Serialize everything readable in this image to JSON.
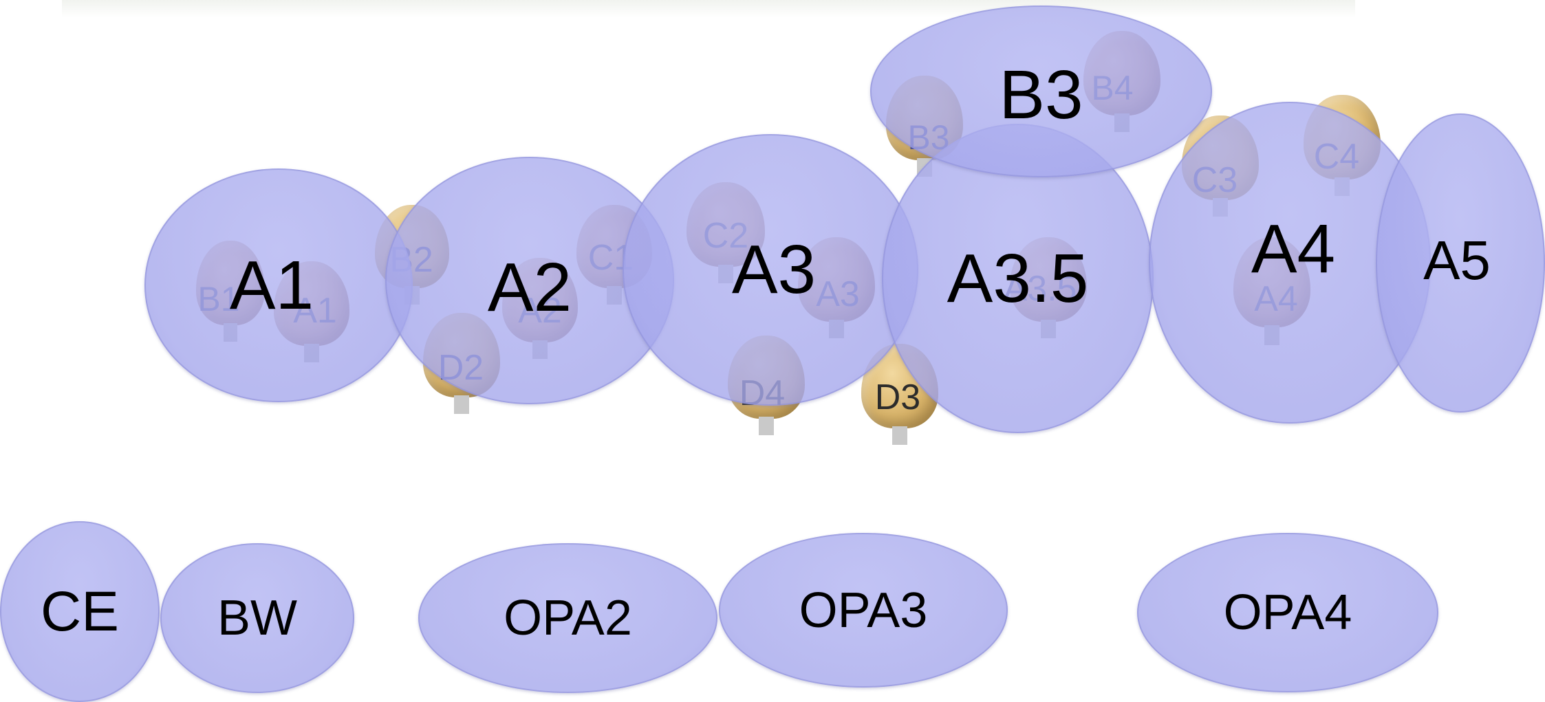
{
  "teeth": [
    {
      "id": "B1",
      "label": "B1",
      "tone": "pink"
    },
    {
      "id": "A1",
      "label": "A1",
      "tone": "pink"
    },
    {
      "id": "B2",
      "label": "B2",
      "tone": "tan"
    },
    {
      "id": "D2",
      "label": "D2",
      "tone": "tan"
    },
    {
      "id": "A2",
      "label": "A2",
      "tone": "pink"
    },
    {
      "id": "C1",
      "label": "C1",
      "tone": "pink"
    },
    {
      "id": "C2",
      "label": "C2",
      "tone": "pink"
    },
    {
      "id": "A3",
      "label": "A3",
      "tone": "pink"
    },
    {
      "id": "D4",
      "label": "D4",
      "tone": "tan"
    },
    {
      "id": "D3",
      "label": "D3",
      "tone": "tan"
    },
    {
      "id": "B3",
      "label": "B3",
      "tone": "tan"
    },
    {
      "id": "B4",
      "label": "B4",
      "tone": "pink"
    },
    {
      "id": "A3.5",
      "label": "A3.5",
      "tone": "pink"
    },
    {
      "id": "C3",
      "label": "C3",
      "tone": "tan"
    },
    {
      "id": "C4",
      "label": "C4",
      "tone": "tan"
    },
    {
      "id": "A4",
      "label": "A4",
      "tone": "pink"
    }
  ],
  "shade_groups": [
    {
      "id": "A1",
      "label": "A1"
    },
    {
      "id": "A2",
      "label": "A2"
    },
    {
      "id": "A3",
      "label": "A3"
    },
    {
      "id": "A3.5",
      "label": "A3.5"
    },
    {
      "id": "B3",
      "label": "B3"
    },
    {
      "id": "A4",
      "label": "A4"
    },
    {
      "id": "A5",
      "label": "A5"
    }
  ],
  "bottom_groups": [
    {
      "id": "CE",
      "label": "CE"
    },
    {
      "id": "BW",
      "label": "BW"
    },
    {
      "id": "OPA2",
      "label": "OPA2"
    },
    {
      "id": "OPA3",
      "label": "OPA3"
    },
    {
      "id": "OPA4",
      "label": "OPA4"
    }
  ],
  "colors": {
    "ellipse_fill": "#a8aaee",
    "ellipse_border": "#8c8ed7",
    "label_text": "#000000",
    "tooth_label_text": "#454a86",
    "tooth_tan": "#d9b46a",
    "tooth_pink": "#c99d82"
  }
}
